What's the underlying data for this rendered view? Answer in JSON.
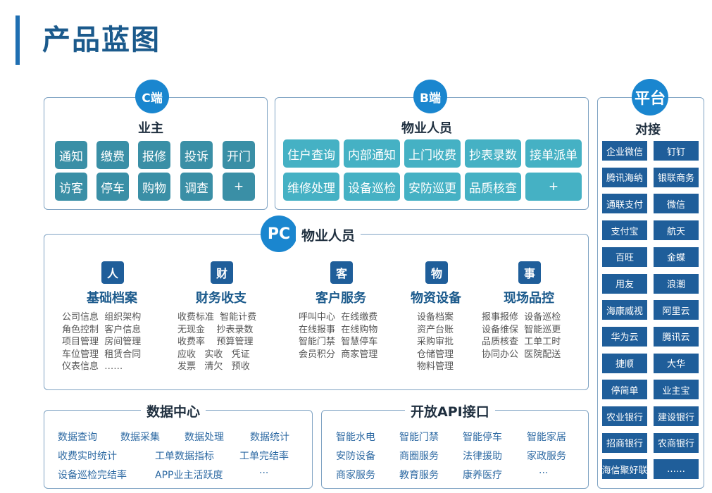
{
  "page_title": "产品蓝图",
  "c_panel": {
    "badge": "C端",
    "heading": "业主",
    "chips": [
      "通知",
      "缴费",
      "报修",
      "投诉",
      "开门",
      "访客",
      "停车",
      "购物",
      "调查",
      "+"
    ]
  },
  "b_panel": {
    "badge": "B端",
    "heading": "物业人员",
    "chips": [
      "住户查询",
      "内部通知",
      "上门收费",
      "抄表录数",
      "接单派单",
      "维修处理",
      "设备巡检",
      "安防巡更",
      "品质核查",
      "+"
    ]
  },
  "platform_panel": {
    "badge": "平台",
    "heading": "对接",
    "items": [
      "企业微信",
      "钉钉",
      "腾讯海纳",
      "银联商务",
      "通联支付",
      "微信",
      "支付宝",
      "航天",
      "百旺",
      "金蝶",
      "用友",
      "浪潮",
      "海康威视",
      "阿里云",
      "华为云",
      "腾讯云",
      "捷顺",
      "大华",
      "停简单",
      "业主宝",
      "农业银行",
      "建设银行",
      "招商银行",
      "农商银行",
      "海信聚好联",
      "……"
    ]
  },
  "pc_panel": {
    "badge": "PC",
    "heading": "物业人员",
    "categories": [
      {
        "icon": "人",
        "title": "基础档案",
        "lines": [
          "公司信息  组织架构",
          "角色控制  客户信息",
          "项目管理  房间管理",
          "车位管理  租赁合同",
          "仪表信息  ……"
        ]
      },
      {
        "icon": "财",
        "title": "财务收支",
        "lines": [
          "收费标准  智能计费",
          "无现金    抄表录数",
          "收费率    预算管理",
          "应收   实收   凭证",
          "发票   清欠   预收"
        ]
      },
      {
        "icon": "客",
        "title": "客户服务",
        "lines": [
          "呼叫中心  在线缴费",
          "在线报事  在线购物",
          "智能门禁  智慧停车",
          "会员积分  商家管理"
        ]
      },
      {
        "icon": "物",
        "title": "物资设备",
        "lines": [
          "设备档案",
          "资产台账",
          "采购审批",
          "仓储管理",
          "物料管理"
        ]
      },
      {
        "icon": "事",
        "title": "现场品控",
        "lines": [
          "报事报修  设备巡检",
          "设备维保  智能巡更",
          "品质核查  工单工时",
          "协同办公  医院配送"
        ]
      }
    ]
  },
  "data_center": {
    "title": "数据中心",
    "rows": [
      [
        "数据查询",
        "数据采集",
        "数据处理",
        "数据统计"
      ],
      [
        "收费实时统计",
        "工单数据指标",
        "工单完结率"
      ],
      [
        "设备巡检完结率",
        "APP业主活跃度",
        "···"
      ]
    ]
  },
  "open_api": {
    "title": "开放API接口",
    "rows": [
      [
        "智能水电",
        "智能门禁",
        "智能停车",
        "智能家居"
      ],
      [
        "安防设备",
        "商圈服务",
        "法律援助",
        "家政服务"
      ],
      [
        "商家服务",
        "教育服务",
        "康养医疗",
        "···"
      ]
    ]
  }
}
